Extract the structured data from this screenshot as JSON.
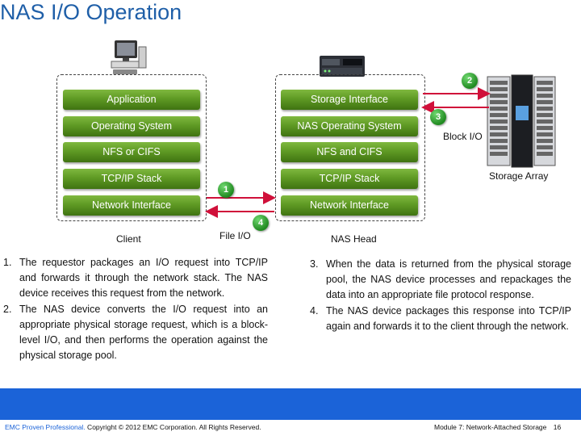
{
  "title": "NAS I/O Operation",
  "client": {
    "layers": [
      "Application",
      "Operating System",
      "NFS or CIFS",
      "TCP/IP Stack",
      "Network Interface"
    ],
    "label": "Client"
  },
  "nas_head": {
    "layers": [
      "Storage Interface",
      "NAS Operating System",
      "NFS and CIFS",
      "TCP/IP Stack",
      "Network Interface"
    ],
    "label": "NAS Head"
  },
  "storage_array": {
    "label": "Storage Array"
  },
  "steps": {
    "s1": "1",
    "s2": "2",
    "s3": "3",
    "s4": "4",
    "file_io": "File I/O",
    "block_io": "Block I/O"
  },
  "left_list": [
    {
      "num": "1.",
      "text": "The requestor packages an I/O request into TCP/IP and forwards it through the network stack. The NAS device receives this request from the network."
    },
    {
      "num": "2.",
      "text": "The NAS device converts the I/O request into an appropriate physical storage request, which is a block-level I/O, and then performs the operation against the physical storage pool."
    }
  ],
  "right_list": [
    {
      "num": "3.",
      "text": "When the data is returned from the physical storage pool, the NAS device processes and repackages the data into an appropriate file protocol response."
    },
    {
      "num": "4.",
      "text": "The NAS device packages this response into TCP/IP again and forwards it to the client through the network."
    }
  ],
  "footer": {
    "brand": "EMC Proven Professional.",
    "copyright": " Copyright © 2012 EMC Corporation. All Rights Reserved.",
    "module": "Module 7: Network-Attached Storage",
    "page": "16"
  },
  "colors": {
    "title": "#1f5fa8",
    "layer": "#5f9a24",
    "arrow": "#d0103a",
    "footer": "#1b63d8"
  }
}
